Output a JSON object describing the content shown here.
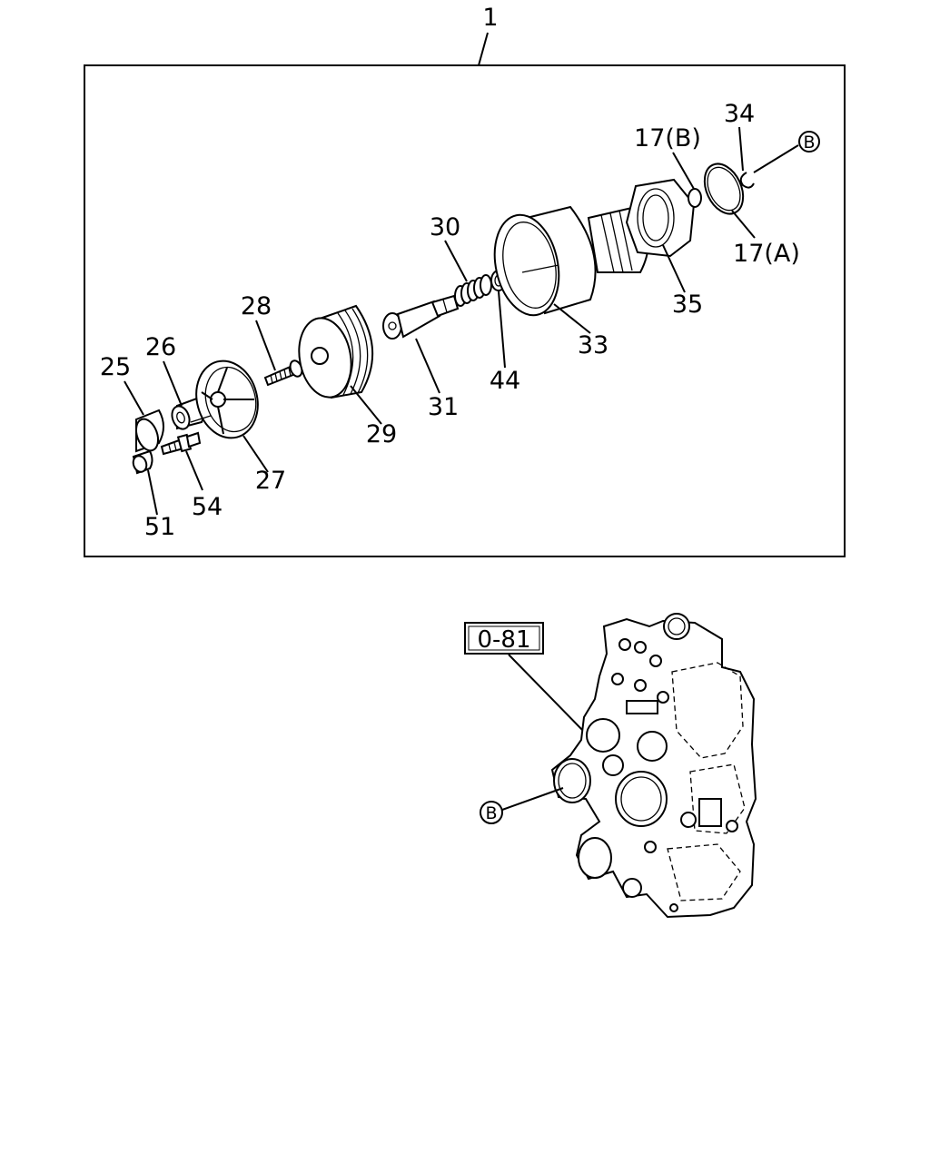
{
  "labels": {
    "assembly": "1",
    "p25": "25",
    "p26": "26",
    "p27": "27",
    "p28": "28",
    "p29": "29",
    "p30": "30",
    "p31": "31",
    "p33": "33",
    "p34": "34",
    "p35": "35",
    "p44": "44",
    "p51": "51",
    "p54": "54",
    "p17a": "17(A)",
    "p17b": "17(B)",
    "ref_b_top": "B",
    "ref_b_bottom": "B",
    "page_ref": "0-81"
  }
}
